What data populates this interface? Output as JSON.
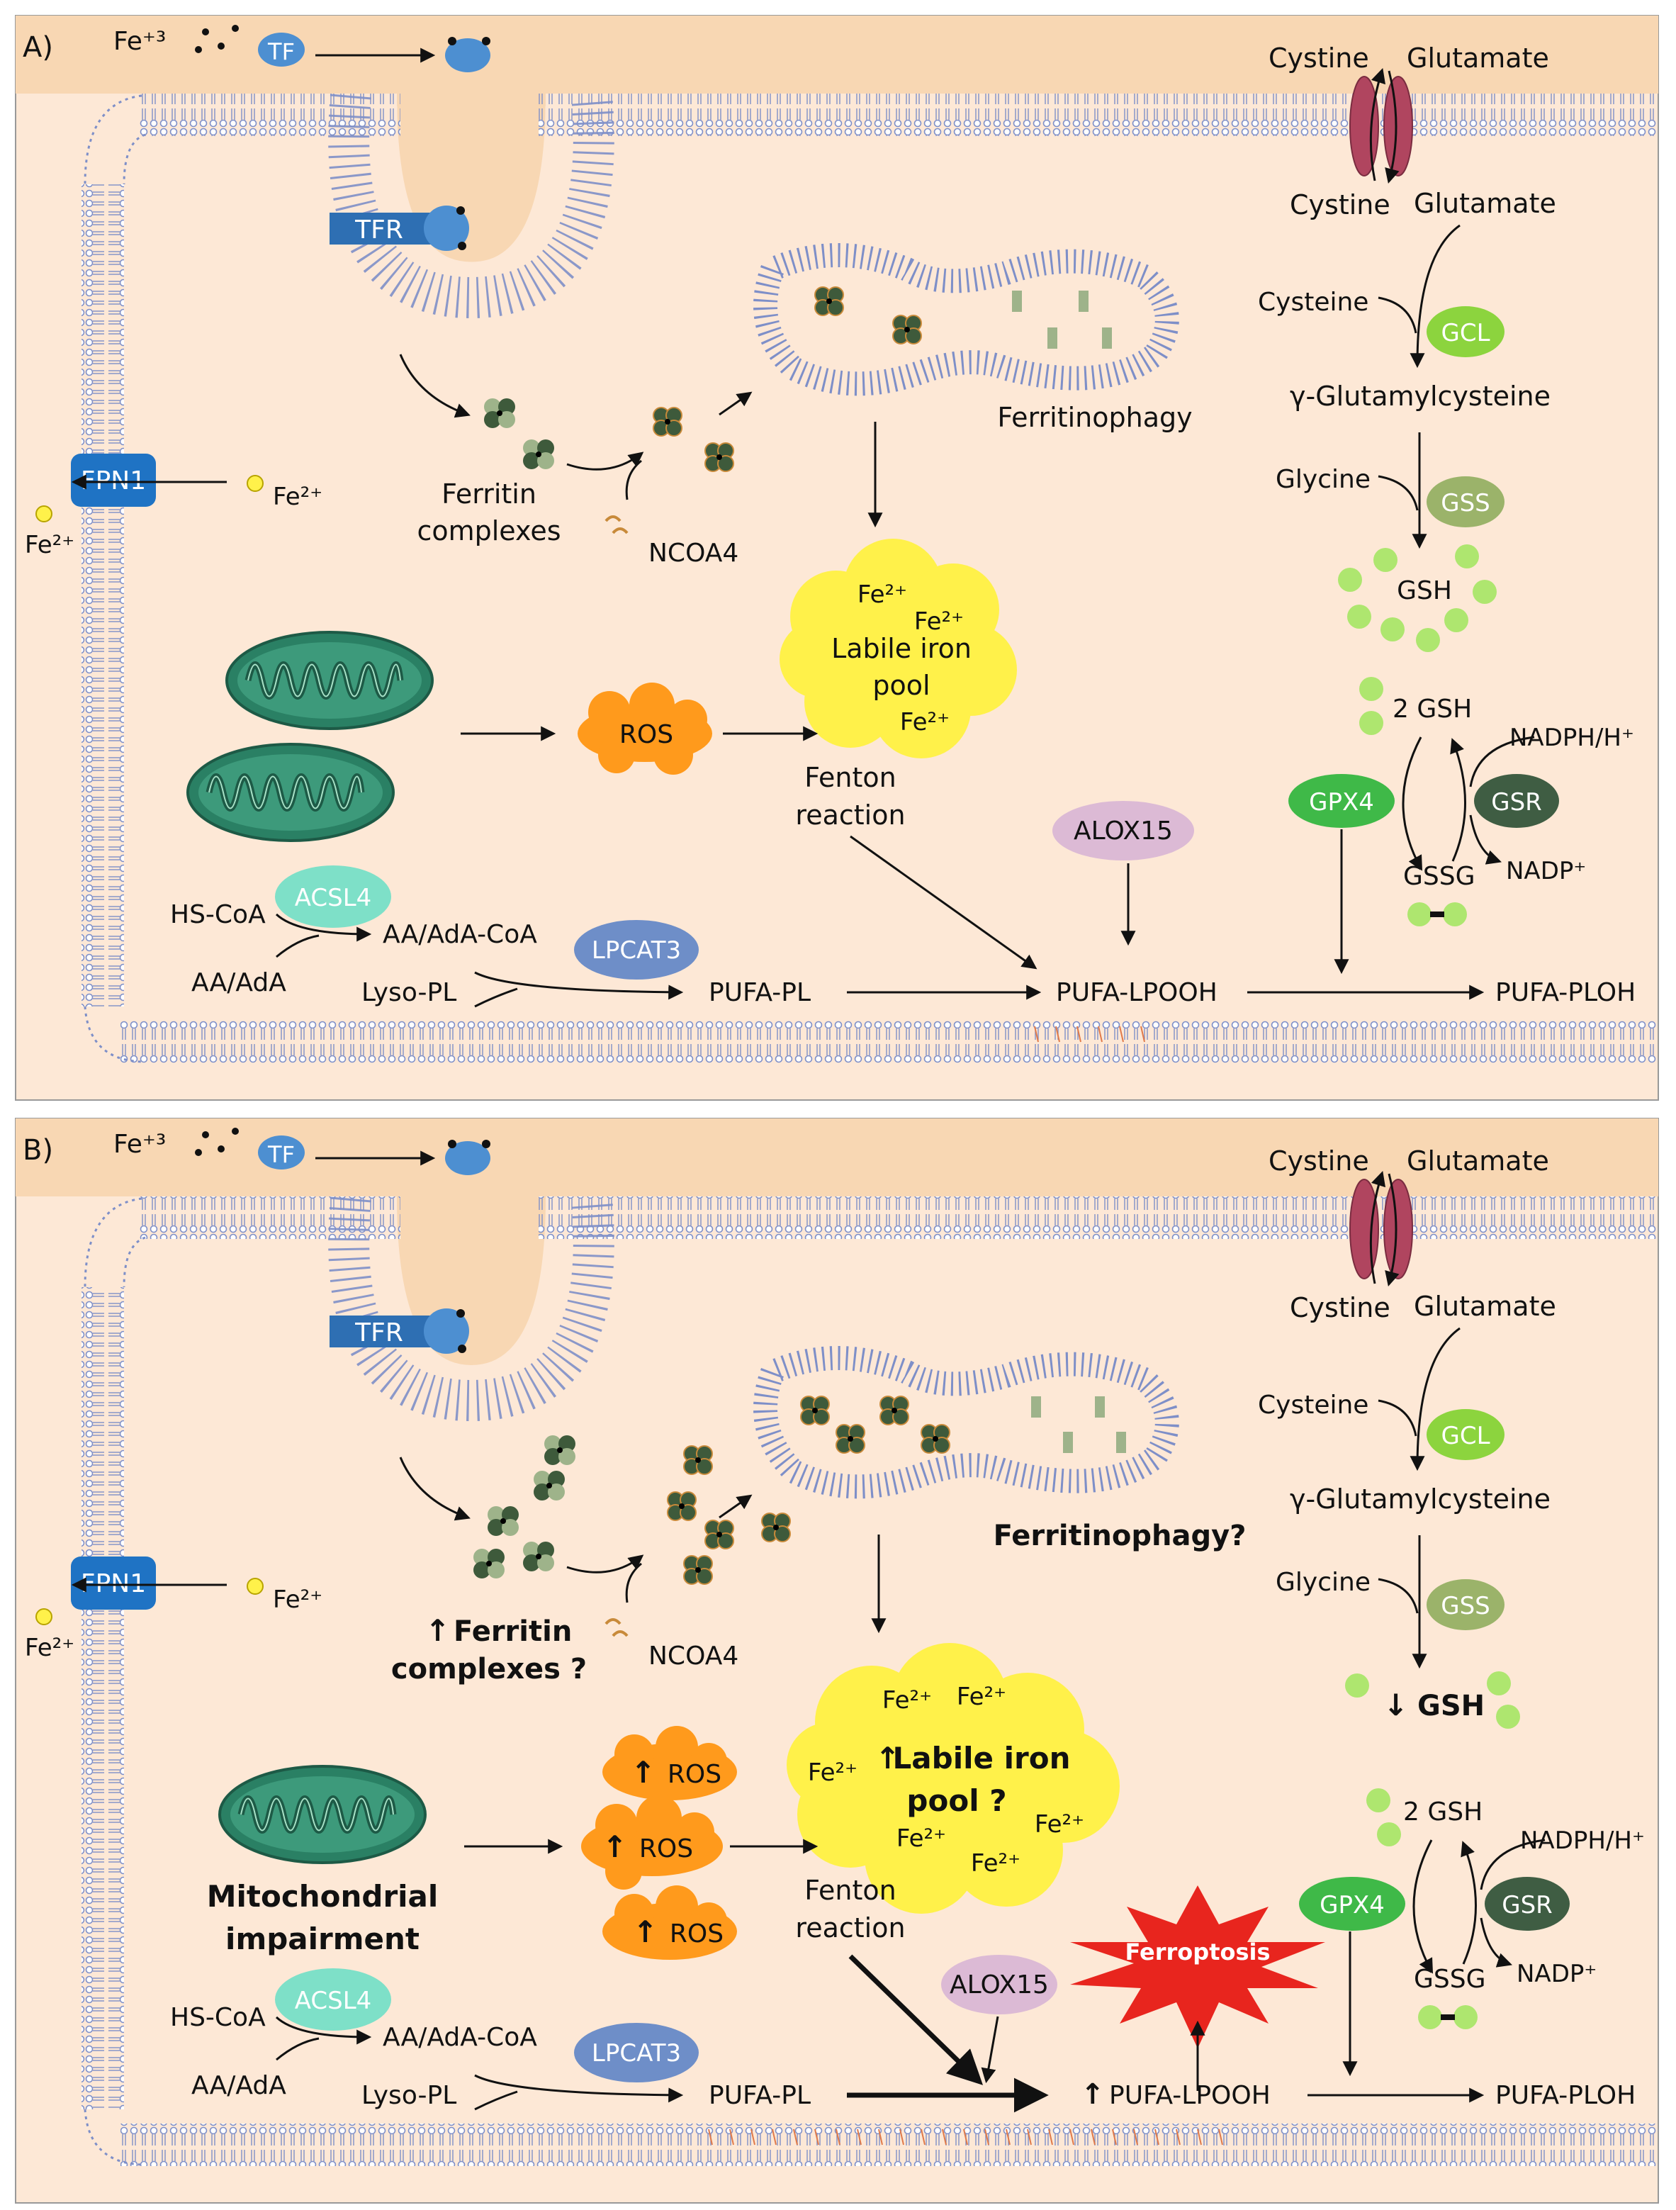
{
  "colors": {
    "background": "#fde8d6",
    "outside": "#f8d7b3",
    "membrane": "#7e8fc8",
    "transferrin": "#4d8fd1",
    "ferritin_dark": "#3e5a3b",
    "ferritin_light": "#9eb38a",
    "labile_pool": "#fff14a",
    "ros": "#ff9a1c",
    "mitochondrion": "#2a8064",
    "alox15": "#dcbad5",
    "lpcat3": "#6e8ec8",
    "acsl4": "#7ee0c8",
    "gcl": "#8cd43e",
    "gss": "#9bb36a",
    "gpx4": "#3fb948",
    "gsr": "#3f5d43",
    "fpn1": "#1f73c4",
    "tfr": "#2e6fb3",
    "xc_transporter": "#b0455f",
    "ferroptosis": "#e8251e",
    "increase_arrow": "#e8140e"
  },
  "panels": [
    {
      "label": "A)",
      "fe3": "Fe⁺³",
      "tf": "TF",
      "tfr": "TFR",
      "fpn1": "FPN1",
      "fe2_in": "Fe²⁺",
      "fe2_out": "Fe²⁺",
      "ferritin_line1": "Ferritin",
      "ferritin_line2": "complexes",
      "ncoa4": "NCOA4",
      "ferritinophagy": "Ferritinophagy",
      "pool_fe_a": "Fe²⁺",
      "pool_fe_b": "Fe²⁺",
      "pool_fe_c": "Fe²⁺",
      "pool_line1": "Labile iron",
      "pool_line2": "pool",
      "ros": "ROS",
      "fenton_line1": "Fenton",
      "fenton_line2": "reaction",
      "alox15": "ALOX15",
      "acsl4": "ACSL4",
      "hscoa": "HS-CoA",
      "aa_ada": "AA/AdA",
      "aa_ada_coa": "AA/AdA-CoA",
      "lpcat3": "LPCAT3",
      "lyso_pl": "Lyso-PL",
      "pufa_pl": "PUFA-PL",
      "pufa_lpooh": "PUFA-LPOOH",
      "pufa_ploh": "PUFA-PLOH",
      "cystine_out": "Cystine",
      "glutamate_out": "Glutamate",
      "cystine_in": "Cystine",
      "glutamate_in": "Glutamate",
      "cysteine": "Cysteine",
      "gcl": "GCL",
      "gamma": "γ-Glutamylcysteine",
      "glycine": "Glycine",
      "gss": "GSS",
      "gsh": "GSH",
      "two_gsh": "2 GSH",
      "gpx4": "GPX4",
      "gsr": "GSR",
      "gssg": "GSSG",
      "nadph": "NADPH/H⁺",
      "nadp": "NADP⁺"
    },
    {
      "label": "B)",
      "fe3": "Fe⁺³",
      "tf": "TF",
      "tfr": "TFR",
      "fpn1": "FPN1",
      "fe2_in": "Fe²⁺",
      "fe2_out": "Fe²⁺",
      "ferritin_line1": "Ferritin",
      "ferritin_line2": "complexes ?",
      "ncoa4": "NCOA4",
      "ferritinophagy": "Ferritinophagy?",
      "pool_fe_a": "Fe²⁺",
      "pool_fe_b": "Fe²⁺",
      "pool_fe_c": "Fe²⁺",
      "pool_fe_d": "Fe²⁺",
      "pool_fe_e": "Fe²⁺",
      "pool_fe_f": "Fe²⁺",
      "pool_line1": "Labile iron",
      "pool_line2": "pool ?",
      "ros": "ROS",
      "mito_line1": "Mitochondrial",
      "mito_line2": "impairment",
      "fenton_line1": "Fenton",
      "fenton_line2": "reaction",
      "alox15": "ALOX15",
      "ferroptosis": "Ferroptosis",
      "acsl4": "ACSL4",
      "hscoa": "HS-CoA",
      "aa_ada": "AA/AdA",
      "aa_ada_coa": "AA/AdA-CoA",
      "lpcat3": "LPCAT3",
      "lyso_pl": "Lyso-PL",
      "pufa_pl": "PUFA-PL",
      "pufa_lpooh": "PUFA-LPOOH",
      "pufa_ploh": "PUFA-PLOH",
      "cystine_out": "Cystine",
      "glutamate_out": "Glutamate",
      "cystine_in": "Cystine",
      "glutamate_in": "Glutamate",
      "cysteine": "Cysteine",
      "gcl": "GCL",
      "gamma": "γ-Glutamylcysteine",
      "glycine": "Glycine",
      "gss": "GSS",
      "gsh": "GSH",
      "two_gsh": "2 GSH",
      "gpx4": "GPX4",
      "gsr": "GSR",
      "gssg": "GSSG",
      "nadph": "NADPH/H⁺",
      "nadp": "NADP⁺"
    }
  ]
}
